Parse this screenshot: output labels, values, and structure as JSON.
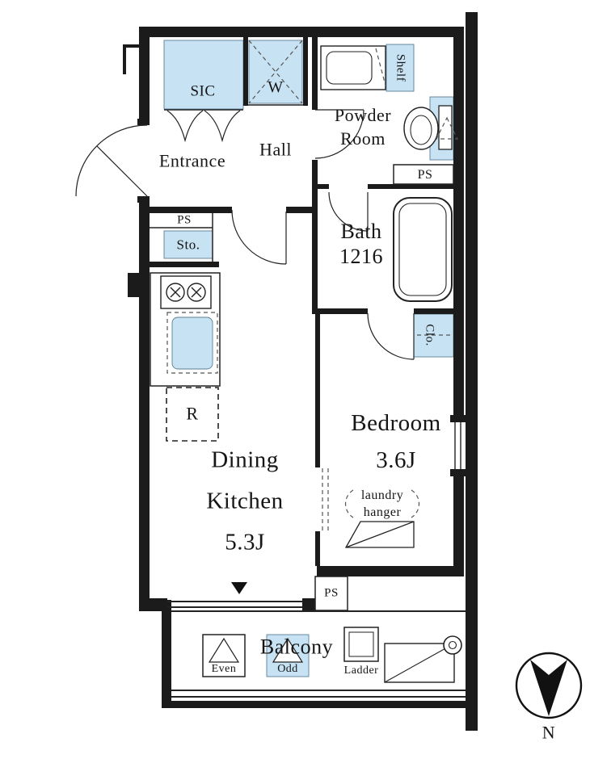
{
  "colors": {
    "accent_blue": "#c6e2f3",
    "wall": "#1b1b1b"
  },
  "rooms": {
    "entrance": "Entrance",
    "hall": "Hall",
    "powder_room": "Powder\nRoom",
    "bath": "Bath\n1216",
    "dining_kitchen": "Dining\nKitchen\n5.3J",
    "bedroom": "Bedroom\n3.6J",
    "balcony": "Balcony"
  },
  "fixtures": {
    "sic": "SIC",
    "washer": "W",
    "shelf": "Shelf",
    "storage": "Sto.",
    "refrigerator": "R",
    "closet": "Clo.",
    "laundry_hanger": "laundry\nhanger",
    "ladder": "Ladder",
    "even": "Even",
    "odd": "Odd"
  },
  "shafts": {
    "ps_top": "PS",
    "ps_left": "PS",
    "ps_bottom": "PS"
  },
  "compass": {
    "north": "N"
  }
}
